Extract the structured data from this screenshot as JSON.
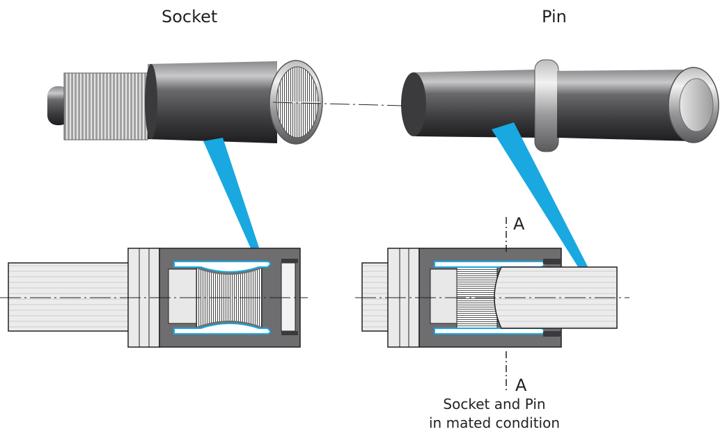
{
  "labels": {
    "socket": "Socket",
    "pin": "Pin",
    "section_top": "A",
    "section_bottom": "A",
    "caption_line1": "Socket and Pin",
    "caption_line2": "in mated condition"
  },
  "colors": {
    "accent_blue": "#1aa8e0",
    "section_gray": "#6e6e70",
    "line": "#231f20"
  }
}
